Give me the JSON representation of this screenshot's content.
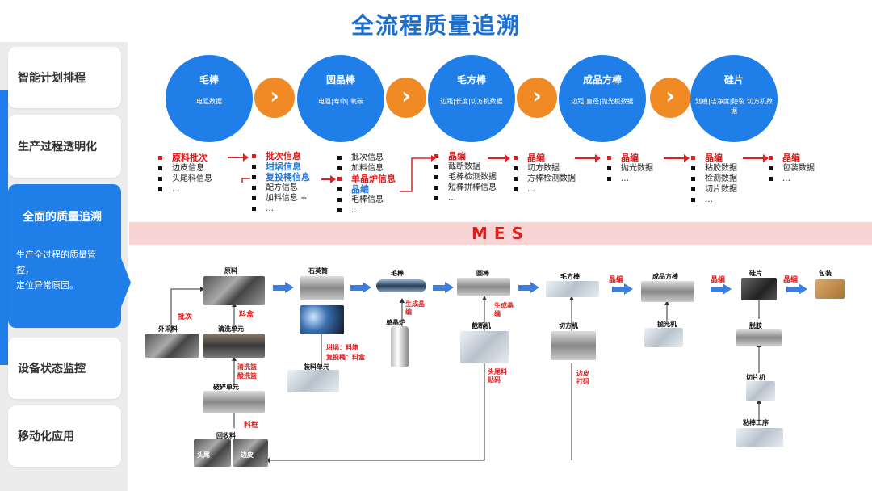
{
  "title": "全流程质量追溯",
  "sidebar": {
    "items": [
      {
        "label": "智能计划排程"
      },
      {
        "label": "生产过程透明化"
      },
      {
        "label": "全面的质量追溯",
        "desc_line1": "生产全过程的质量管控，",
        "desc_line2": "定位异常原因。"
      },
      {
        "label": "设备状态监控"
      },
      {
        "label": "移动化应用"
      }
    ]
  },
  "stages": [
    {
      "name": "毛棒",
      "sub": "电阻数据"
    },
    {
      "name": "圆晶棒",
      "sub": "电阻|寿命| 氧碳"
    },
    {
      "name": "毛方棒",
      "sub": "边距|长度|切方机数据"
    },
    {
      "name": "成品方棒",
      "sub": "边距|直径|抛光机数据"
    },
    {
      "name": "硅片",
      "sub": "划痕|洁净度|隐裂 切方机数据"
    }
  ],
  "chevron": "›",
  "info": {
    "col1": [
      {
        "t": "原料批次",
        "c": "r"
      },
      {
        "t": "边皮信息"
      },
      {
        "t": "头尾料信息"
      },
      {
        "t": "…"
      }
    ],
    "col2": [
      {
        "t": "批次信息",
        "c": "r"
      },
      {
        "t": "坩埚信息",
        "c": "b"
      },
      {
        "t": "复投桶信息",
        "c": "b"
      },
      {
        "t": "配方信息"
      },
      {
        "t": "加料信息 +"
      },
      {
        "t": "…"
      }
    ],
    "col3": [
      {
        "t": "批次信息"
      },
      {
        "t": "加料信息"
      },
      {
        "t": "单晶炉信息",
        "c": "r"
      },
      {
        "t": "晶编",
        "c": "b"
      },
      {
        "t": "毛棒信息"
      },
      {
        "t": "…"
      }
    ],
    "col4": [
      {
        "t": "晶编",
        "c": "r"
      },
      {
        "t": "截断数据"
      },
      {
        "t": "毛棒检测数据"
      },
      {
        "t": "短棒拼棒信息"
      },
      {
        "t": "…"
      }
    ],
    "col5": [
      {
        "t": "晶编",
        "c": "r"
      },
      {
        "t": "切方数据"
      },
      {
        "t": "方棒检测数据"
      },
      {
        "t": "…"
      }
    ],
    "col6": [
      {
        "t": "晶编",
        "c": "r"
      },
      {
        "t": "抛光数据"
      },
      {
        "t": "…"
      }
    ],
    "col7": [
      {
        "t": "晶编",
        "c": "r"
      },
      {
        "t": "粘胶数据"
      },
      {
        "t": "检测数据"
      },
      {
        "t": "切片数据"
      },
      {
        "t": "…"
      }
    ],
    "col8": [
      {
        "t": "晶编",
        "c": "r"
      },
      {
        "t": "包装数据"
      },
      {
        "t": "…"
      }
    ]
  },
  "mes": "MES",
  "flow": {
    "yuanliao": "原料",
    "shiyingtong": "石英筒",
    "maobang": "毛棒",
    "yuanbang": "圆棒",
    "maofangbang": "毛方棒",
    "chengpinfangbang": "成品方棒",
    "guipian": "硅片",
    "baozhuang": "包装",
    "waicailiao": "外采料",
    "qingxidanyuan": "清洗单元",
    "zhuangliaodanyuan": "装料单元",
    "danjinglu": "单晶炉",
    "jieduanji": "截断机",
    "qiefangji": "切方机",
    "paoguangji": "抛光机",
    "tuojiao": "脱胶",
    "qiepianji": "切片机",
    "zhanbanggongxu": "粘棒工序",
    "posuidanyuan": "破碎单元",
    "huishouliao": "回收料",
    "toutou": "头尾",
    "bianpi": "边皮"
  },
  "red_labels": {
    "pici": "批次",
    "liaohe": "料盒",
    "qingxilan": "清洗篮",
    "suanxilan": "酸洗篮",
    "liaokuang": "料框",
    "ganguo": "坩埚：料箱",
    "futoutong": "复投桶：料盒",
    "shengchengjingbian": "生成晶编",
    "shengchengjingbian2": "生成晶编",
    "toweiliao": "头尾料贴码",
    "bianpidama": "边皮打码",
    "jingbian1": "晶编",
    "jingbian2": "晶编",
    "jingbian3": "晶编"
  }
}
